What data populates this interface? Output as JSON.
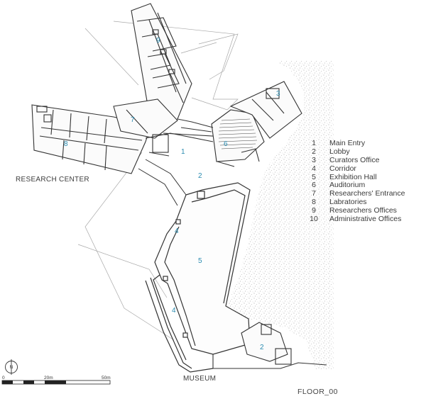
{
  "labels": {
    "research_center": "RESEARCH CENTER",
    "museum": "MUSEUM",
    "floor": "FLOOR_00"
  },
  "legend": [
    {
      "num": "1",
      "name": "Main Entry"
    },
    {
      "num": "2",
      "name": "Lobby"
    },
    {
      "num": "3",
      "name": "Curators Office"
    },
    {
      "num": "4",
      "name": "Corridor"
    },
    {
      "num": "5",
      "name": "Exhibition Hall"
    },
    {
      "num": "6",
      "name": "Auditorium"
    },
    {
      "num": "7",
      "name": "Researchers' Entrance"
    },
    {
      "num": "8",
      "name": "Labratories"
    },
    {
      "num": "9",
      "name": "Researchers Offices"
    },
    {
      "num": "10",
      "name": "Administrative Offices"
    }
  ],
  "room_numbers": {
    "r9": "9",
    "r3": "3",
    "r7": "7",
    "r6": "6",
    "r8": "8",
    "r1": "1",
    "r2a": "2",
    "r4a": "4",
    "r5": "5",
    "r4b": "4",
    "r2b": "2"
  },
  "scale": {
    "north": "N",
    "zero": "0",
    "twenty": "20m",
    "fifty": "50m"
  },
  "colors": {
    "room_numbers": "#2a8bb0",
    "walls": "#333333",
    "site_lines": "#9a9a9a"
  }
}
